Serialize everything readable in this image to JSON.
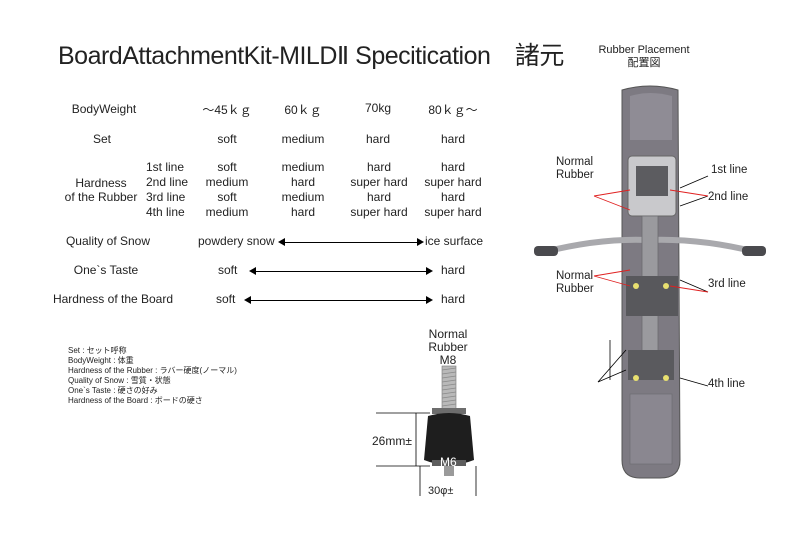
{
  "title": "BoardAttachmentKit-MILDⅡ Specitication　諸元",
  "table": {
    "bodyweight_label": "BodyWeight",
    "weights": [
      "～45ｋｇ",
      "60ｋｇ",
      "70kg",
      "80ｋｇ～"
    ],
    "set_label": "Set",
    "set_values": [
      "soft",
      "medium",
      "hard",
      "hard"
    ],
    "hardness_label_1": "Hardness",
    "hardness_label_2": "of the Rubber",
    "lines": [
      "1st line",
      "2nd line",
      "3rd line",
      "4th line"
    ],
    "hardness": [
      [
        "soft",
        "medium",
        "hard",
        "hard"
      ],
      [
        "medium",
        "hard",
        "super hard",
        "super hard"
      ],
      [
        "soft",
        "medium",
        "hard",
        "hard"
      ],
      [
        "medium",
        "hard",
        "super hard",
        "super hard"
      ]
    ],
    "snow_label": "Quality of Snow",
    "snow_left": "powdery snow",
    "snow_right": "ice surface",
    "taste_label": "One`s Taste",
    "taste_left": "soft",
    "taste_right": "hard",
    "board_label": "Hardness of the Board",
    "board_left": "soft",
    "board_right": "hard"
  },
  "glossary": [
    "Set : セット呼称",
    "BodyWeight : 体重",
    "Hardness of the Rubber : ラバー硬度(ノーマル)",
    "Quality of Snow : 雪質・状態",
    "One`s Taste : 硬さの好み",
    "Hardness of the Board : ボードの硬さ"
  ],
  "rubber": {
    "title_1": "Normal",
    "title_2": "Rubber",
    "m8": "M8",
    "height": "26mm±",
    "m6": "M6",
    "diameter": "30φ±",
    "body_color": "#1e1e1e"
  },
  "placement": {
    "title": "Rubber Placement",
    "title_jp": "配置図",
    "normal_rubber_top_1": "Normal",
    "normal_rubber_top_2": "Rubber",
    "normal_rubber_mid_1": "Normal",
    "normal_rubber_mid_2": "Rubber",
    "line1": "1st line",
    "line2": "2nd line",
    "line3": "3rd line",
    "line4": "4th line",
    "board_color": "#7d7a82",
    "callout_red": "#e02020"
  }
}
